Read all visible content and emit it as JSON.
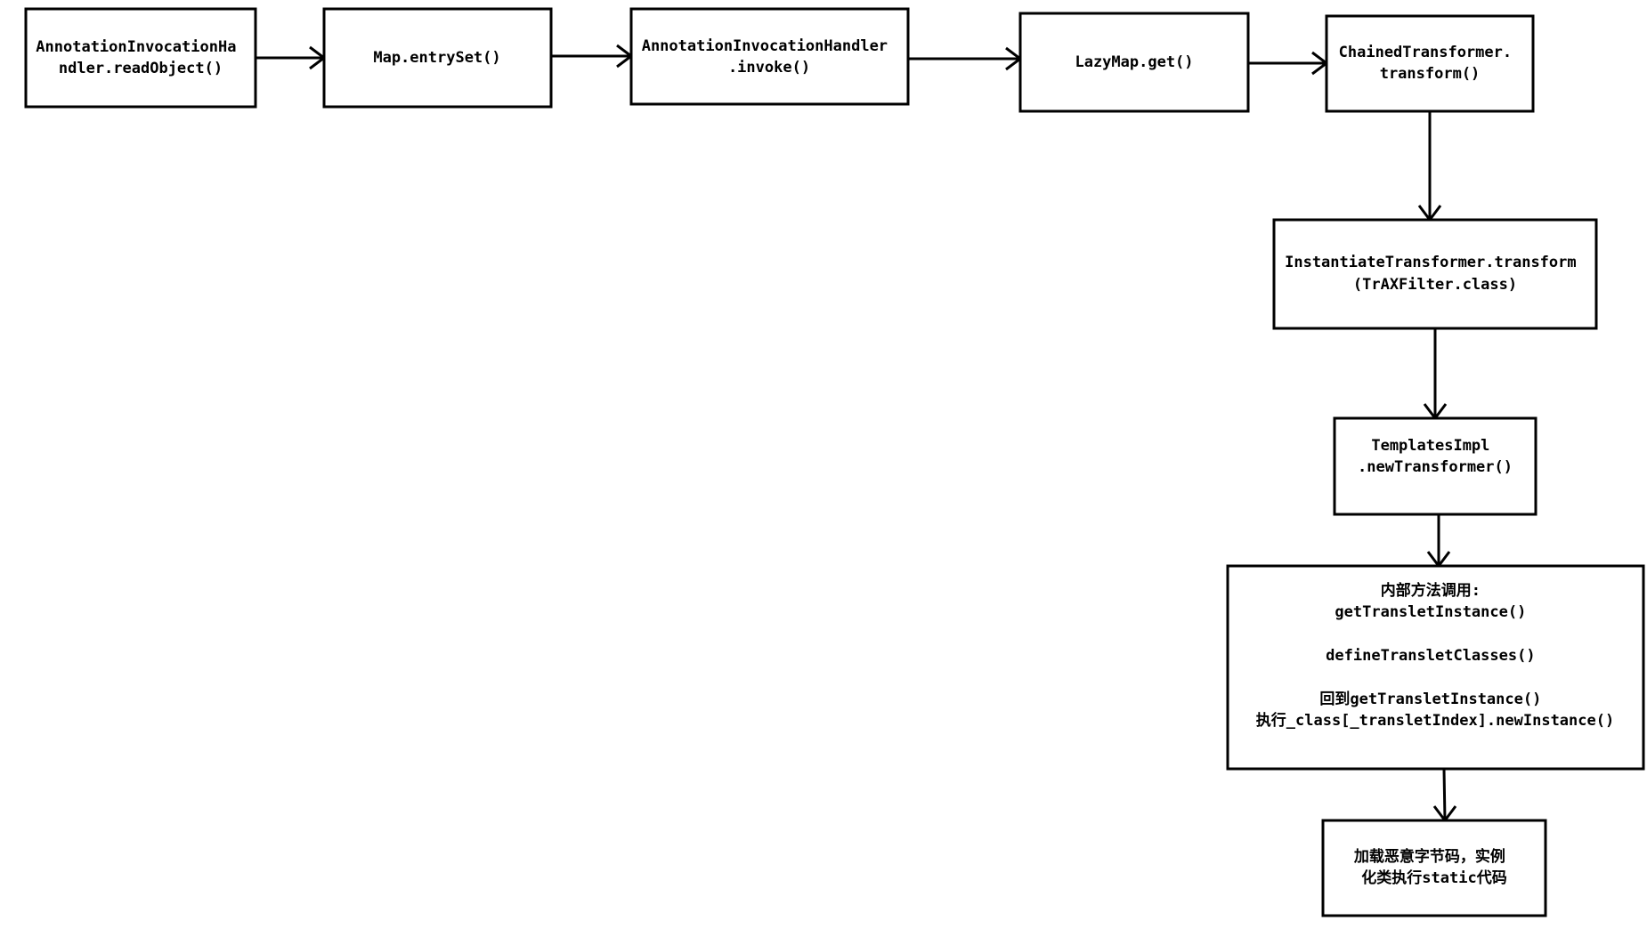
{
  "nodes": {
    "n1": {
      "lines": [
        "AnnotationInvocationHa",
        "ndler.readObject()"
      ]
    },
    "n2": {
      "lines": [
        "Map.entrySet()"
      ]
    },
    "n3": {
      "lines": [
        "AnnotationInvocationHandler",
        ".invoke()"
      ]
    },
    "n4": {
      "lines": [
        "LazyMap.get()"
      ]
    },
    "n5": {
      "lines": [
        "ChainedTransformer.",
        "transform()"
      ]
    },
    "n6": {
      "lines": [
        "InstantiateTransformer.transform",
        "(TrAXFilter.class)"
      ]
    },
    "n7": {
      "lines": [
        "TemplatesImpl",
        ".newTransformer()"
      ]
    },
    "n8": {
      "lines": [
        "内部方法调用:",
        "getTransletInstance()",
        "",
        "defineTransletClasses()",
        "",
        "回到getTransletInstance()",
        "执行_class[_transletIndex].newInstance()"
      ]
    },
    "n9": {
      "lines": [
        "加载恶意字节码，实例",
        "化类执行static代码"
      ]
    }
  },
  "edges": [
    {
      "from": "n1",
      "to": "n2"
    },
    {
      "from": "n2",
      "to": "n3"
    },
    {
      "from": "n3",
      "to": "n4"
    },
    {
      "from": "n4",
      "to": "n5"
    },
    {
      "from": "n5",
      "to": "n6"
    },
    {
      "from": "n6",
      "to": "n7"
    },
    {
      "from": "n7",
      "to": "n8"
    },
    {
      "from": "n8",
      "to": "n9"
    }
  ]
}
